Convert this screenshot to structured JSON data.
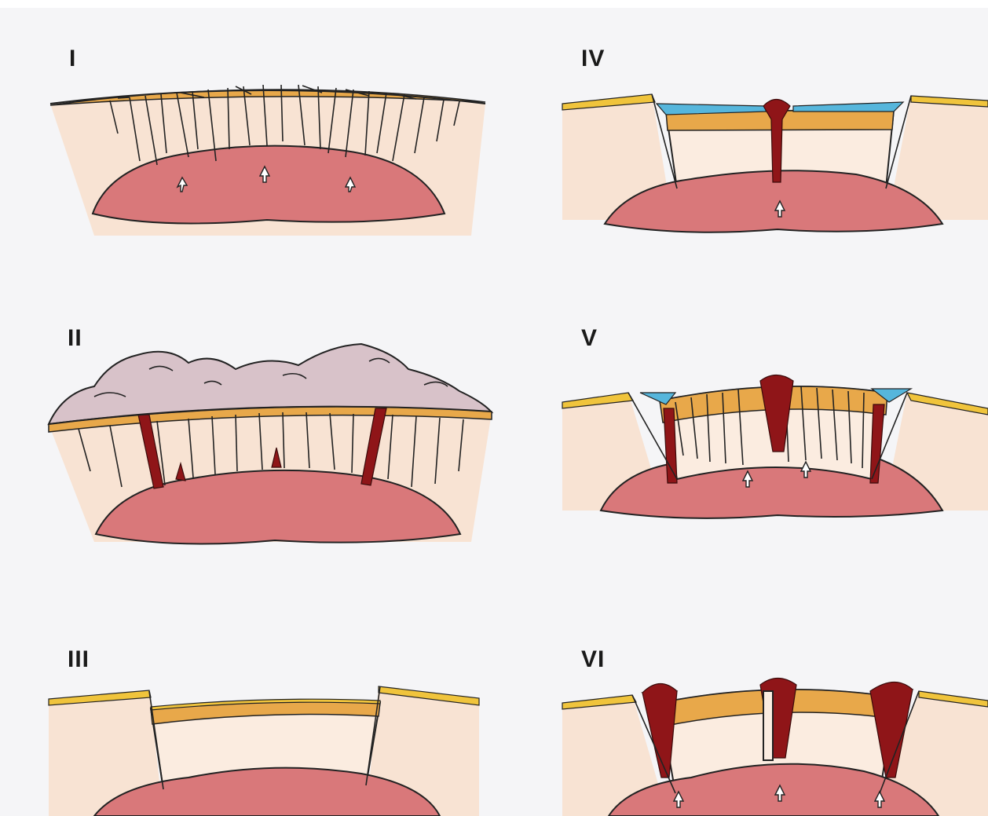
{
  "stages": [
    {
      "label": "I"
    },
    {
      "label": "II"
    },
    {
      "label": "III"
    },
    {
      "label": "IV"
    },
    {
      "label": "V"
    },
    {
      "label": "VI"
    }
  ]
}
